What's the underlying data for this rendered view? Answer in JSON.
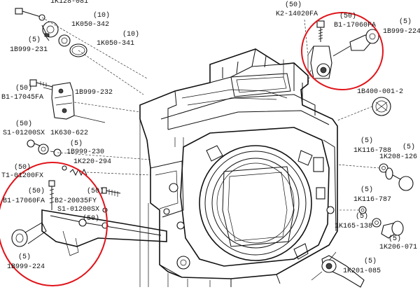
{
  "diagram": {
    "labels": [
      {
        "id": "1k128-081",
        "text": "1K128-081"
      },
      {
        "id": "qty-1k050-342",
        "text": "(10)"
      },
      {
        "id": "1k050-342",
        "text": "1K050-342"
      },
      {
        "id": "qty-1k050-341",
        "text": "(10)"
      },
      {
        "id": "1k050-341",
        "text": "1K050-341"
      },
      {
        "id": "qty-1b999-231",
        "text": "(5)"
      },
      {
        "id": "1b999-231",
        "text": "1B999-231"
      },
      {
        "id": "qty-b1-17045fa",
        "text": "(50)"
      },
      {
        "id": "b1-17045fa",
        "text": "B1-17045FA"
      },
      {
        "id": "1b999-232",
        "text": "1B999-232"
      },
      {
        "id": "qty-s1-01200sx",
        "text": "(50)"
      },
      {
        "id": "s1-01200sx",
        "text": "S1-01200SX"
      },
      {
        "id": "1k630-622",
        "text": "1K630-622"
      },
      {
        "id": "qty-1b999-230",
        "text": "(5)"
      },
      {
        "id": "1b999-230",
        "text": "1B999-230"
      },
      {
        "id": "1k220-294",
        "text": "1K220-294"
      },
      {
        "id": "qty-t1-01200fx",
        "text": "(50)"
      },
      {
        "id": "t1-01200fx",
        "text": "T1-01200FX"
      },
      {
        "id": "qty-b1-17060fa-left",
        "text": "(50)"
      },
      {
        "id": "b1-17060fa-left",
        "text": "B1-17060FA"
      },
      {
        "id": "b2-20035fy",
        "text": "B2-20035FY"
      },
      {
        "id": "qty-b2-20035fy",
        "text": "(50)"
      },
      {
        "id": "s1-01200sx-2",
        "text": "S1-01200SX"
      },
      {
        "id": "qty-s1-01200sx-2",
        "text": "(50)"
      },
      {
        "id": "qty-1b999-224-left",
        "text": "(5)"
      },
      {
        "id": "1b999-224-left",
        "text": "1B999-224"
      },
      {
        "id": "qty-k2-14020fa",
        "text": "(50)"
      },
      {
        "id": "k2-14020fa",
        "text": "K2-14020FA"
      },
      {
        "id": "qty-b1-17060fa-right",
        "text": "(50)"
      },
      {
        "id": "b1-17060fa-right",
        "text": "B1-17060FA"
      },
      {
        "id": "qty-1b999-224-right",
        "text": "(5)"
      },
      {
        "id": "1b999-224-right",
        "text": "1B999-224"
      },
      {
        "id": "1b400-001-2",
        "text": "1B400-001-2"
      },
      {
        "id": "qty-1k116-788",
        "text": "(5)"
      },
      {
        "id": "1k116-788",
        "text": "1K116-788"
      },
      {
        "id": "qty-1k208-126",
        "text": "(5)"
      },
      {
        "id": "1k208-126",
        "text": "1K208-126"
      },
      {
        "id": "qty-1k116-787",
        "text": "(5)"
      },
      {
        "id": "1k116-787",
        "text": "1K116-787"
      },
      {
        "id": "qty-1k165-138",
        "text": "(5)"
      },
      {
        "id": "1k165-138",
        "text": "1K165-138"
      },
      {
        "id": "qty-1k206-071",
        "text": "(5)"
      },
      {
        "id": "1k206-071",
        "text": "1K206-071"
      },
      {
        "id": "qty-1k201-085",
        "text": "(5)"
      },
      {
        "id": "1k201-085",
        "text": "1K201-085"
      }
    ],
    "highlight_color": "#e0151b"
  }
}
